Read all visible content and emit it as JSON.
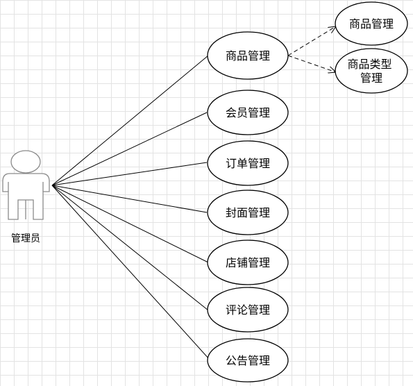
{
  "actor": {
    "label": "管理员"
  },
  "use_cases": [
    {
      "id": "goods",
      "label": "商品管理"
    },
    {
      "id": "member",
      "label": "会员管理"
    },
    {
      "id": "order",
      "label": "订单管理"
    },
    {
      "id": "cover",
      "label": "封面管理"
    },
    {
      "id": "shop",
      "label": "店铺管理"
    },
    {
      "id": "comment",
      "label": "评论管理"
    },
    {
      "id": "notice",
      "label": "公告管理"
    }
  ],
  "sub_cases": [
    {
      "id": "goods-sub",
      "label": "商品管理",
      "parent": "goods"
    },
    {
      "id": "goods-type",
      "label": "商品类型管理",
      "lines": [
        "商品类型",
        "管理"
      ],
      "parent": "goods"
    }
  ],
  "colors": {
    "stroke": "#000000",
    "actor_stroke": "#8a8a8a",
    "grid": "#e3e3e3"
  }
}
